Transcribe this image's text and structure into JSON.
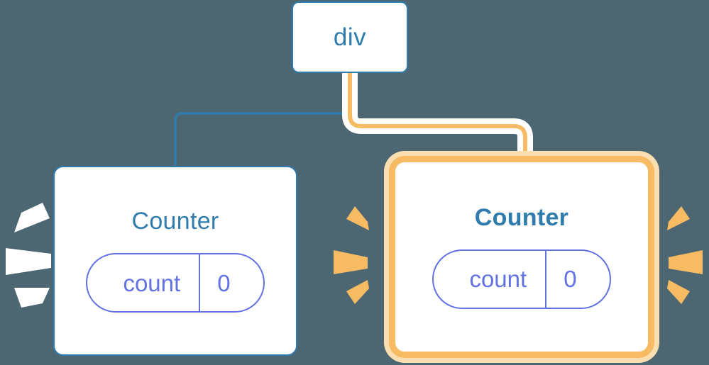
{
  "diagram": {
    "title": "component-rerender-highlight",
    "background_color": "#4c6672",
    "root": {
      "label": "div",
      "border_color": "#2f7cad",
      "text_color": "#2f7cad"
    },
    "nodes": [
      {
        "id": "counter-left",
        "label": "Counter",
        "highlighted": false,
        "border_color": "#2f7cad",
        "title_color": "#2f7cad",
        "spark_color": "#ffffff",
        "state": {
          "key": "count",
          "value": "0",
          "color": "#6272e3"
        }
      },
      {
        "id": "counter-right",
        "label": "Counter",
        "highlighted": true,
        "border_color": "#f7bc63",
        "glow_color": "#fbdfb3",
        "title_color": "#2f7cad",
        "spark_color": "#f7bc63",
        "state": {
          "key": "count",
          "value": "0",
          "color": "#6272e3"
        }
      }
    ],
    "edges": [
      {
        "from": "div",
        "to": "counter-left",
        "color": "#2f7cad",
        "highlighted": false
      },
      {
        "from": "div",
        "to": "counter-right",
        "color": "#f7bc63",
        "highlighted": true
      }
    ],
    "icons": {
      "spark_left": "spark-burst-icon",
      "spark_mid": "spark-burst-icon",
      "spark_right": "spark-burst-icon"
    }
  }
}
